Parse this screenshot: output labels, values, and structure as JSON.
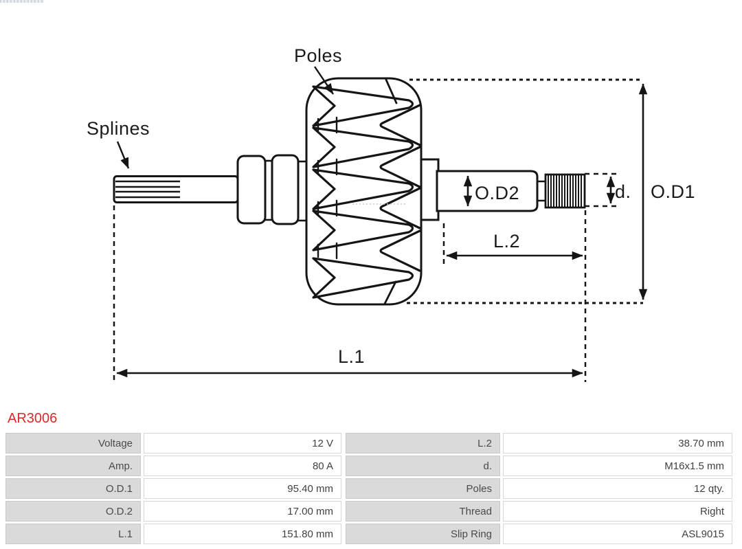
{
  "part_number": "AR3006",
  "diagram": {
    "labels": {
      "splines": "Splines",
      "poles": "Poles",
      "od2": "O.D2",
      "d": "d.",
      "od1": "O.D1",
      "l2": "L.2",
      "l1": "L.1"
    }
  },
  "specs": {
    "left": [
      {
        "label": "Voltage",
        "value": "12 V"
      },
      {
        "label": "Amp.",
        "value": "80 A"
      },
      {
        "label": "O.D.1",
        "value": "95.40 mm"
      },
      {
        "label": "O.D.2",
        "value": "17.00 mm"
      },
      {
        "label": "L.1",
        "value": "151.80 mm"
      }
    ],
    "right": [
      {
        "label": "L.2",
        "value": "38.70 mm"
      },
      {
        "label": "d.",
        "value": "M16x1.5 mm"
      },
      {
        "label": "Poles",
        "value": "12 qty."
      },
      {
        "label": "Thread",
        "value": "Right"
      },
      {
        "label": "Slip Ring",
        "value": "ASL9015"
      }
    ]
  },
  "colors": {
    "part_number_red": "#d62b28",
    "line": "#151515",
    "label_cell_bg": "#dadada",
    "cell_border": "#d0d0d0",
    "table_text": "#414141"
  }
}
